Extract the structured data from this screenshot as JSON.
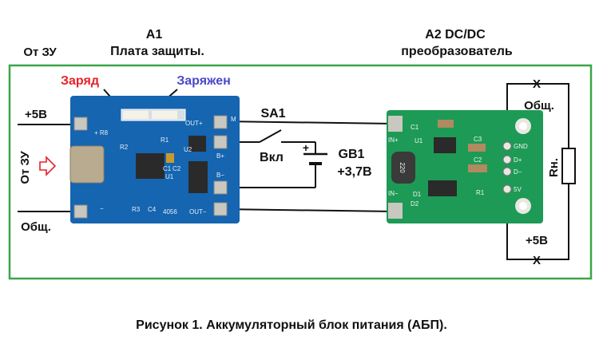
{
  "figure": {
    "caption": "Рисунок 1. Аккумуляторный блок питания (АБП).",
    "frame_color": "#3aa647"
  },
  "labels": {
    "source_top": "От ЗУ",
    "a1_id": "A1",
    "a1_name": "Плата защиты.",
    "a2_id": "A2 DC/DC",
    "a2_name": "преобразователь",
    "charging": "Заряд",
    "charged": "Заряжен",
    "plus5v_left": "+5В",
    "source_side": "От ЗУ",
    "common_left": "Общ.",
    "switch_id": "SA1",
    "switch_on": "Вкл",
    "battery_plus": "+",
    "battery_id": "GB1",
    "battery_voltage": "+3,7В",
    "common_right": "Общ.",
    "load": "Rн.",
    "plus5v_right": "+5В",
    "cross_mark": "X"
  },
  "colors": {
    "charging": "#e8202a",
    "charged": "#4a48c8",
    "arrow": "#e8202a",
    "board_a1": "#1565b0",
    "board_a2": "#1d9a55"
  },
  "board_a1_silk": {
    "out_plus": "OUT+",
    "out_minus": "OUT−",
    "b_plus": "B+",
    "b_minus": "B−",
    "m": "M",
    "r8": "+ R8",
    "r1": "R1",
    "r2": "R2",
    "r3": "R3",
    "c4": "C4",
    "c1": "C1",
    "c2": "C2",
    "u1": "U1",
    "u2": "U2",
    "chip": "4056",
    "minus": "−"
  },
  "board_a2_silk": {
    "c1": "C1",
    "in_plus": "IN+",
    "u1": "U1",
    "c3": "C3",
    "c2": "C2",
    "gnd": "GND",
    "d_plus": "D+",
    "d_minus": "D−",
    "v5": "5V",
    "in_minus": "IN−",
    "d1": "D1",
    "d2": "D2",
    "r1": "R1",
    "inductor": "220"
  }
}
